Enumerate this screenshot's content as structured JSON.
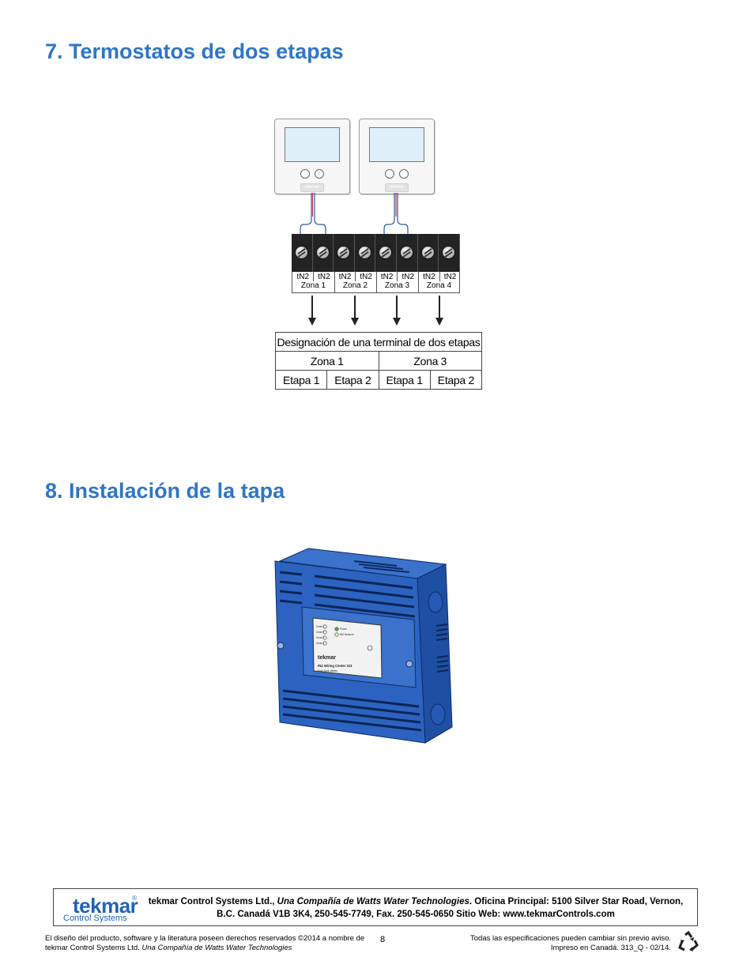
{
  "sections": [
    {
      "title": "7. Termostatos de dos etapas"
    },
    {
      "title": "8. Instalación de la tapa"
    }
  ],
  "thermostats": [
    {
      "logo": "tekmar"
    },
    {
      "logo": "tekmar"
    }
  ],
  "terminal_block": {
    "terminals": [
      "tN2",
      "tN2",
      "tN2",
      "tN2",
      "tN2",
      "tN2",
      "tN2",
      "tN2"
    ],
    "zones": [
      "Zona 1",
      "Zona 2",
      "Zona 3",
      "Zona 4"
    ]
  },
  "designation_table": {
    "header": "Designación de una terminal de dos etapas",
    "zones": [
      "Zona 1",
      "Zona 3"
    ],
    "stages": [
      "Etapa 1",
      "Etapa 2",
      "Etapa 1",
      "Etapa 2"
    ]
  },
  "enclosure": {
    "brand": "tekmar",
    "product": "tN2 Wiring Center 313",
    "subtitle": "Four Zone Valves",
    "leds": [
      "Zone 1",
      "Zone 2",
      "Zone 3",
      "Zone 4",
      "Power",
      "tN2 Network"
    ],
    "color": "#2d63c0"
  },
  "footer": {
    "brand": "tekmar",
    "brand_sub": "Control Systems",
    "company": "tekmar Control Systems Ltd., ",
    "company_italic": "Una Compañía de Watts Water Technologies",
    "address": ". Oficina Principal: 5100 Silver Star Road, Vernon, B.C. Canadá V1B 3K4, 250-545-7749, Fax. 250-545-0650 Sitio Web: www.tekmarControls.com",
    "copyright": "El diseño del producto, software y la literatura poseen derechos reservados ©2014 a nombre de tekmar Control Systems Ltd. ",
    "copyright_italic": "Una Compañía de Watts Water Technologies",
    "page_number": "8",
    "notice_line1": "Todas las especificaciones pueden cambiar sin previo aviso.",
    "notice_line2": "Impreso en Canadá. 313_Q - 02/14."
  },
  "colors": {
    "heading": "#2e76c8",
    "brand": "#1f63b4"
  }
}
